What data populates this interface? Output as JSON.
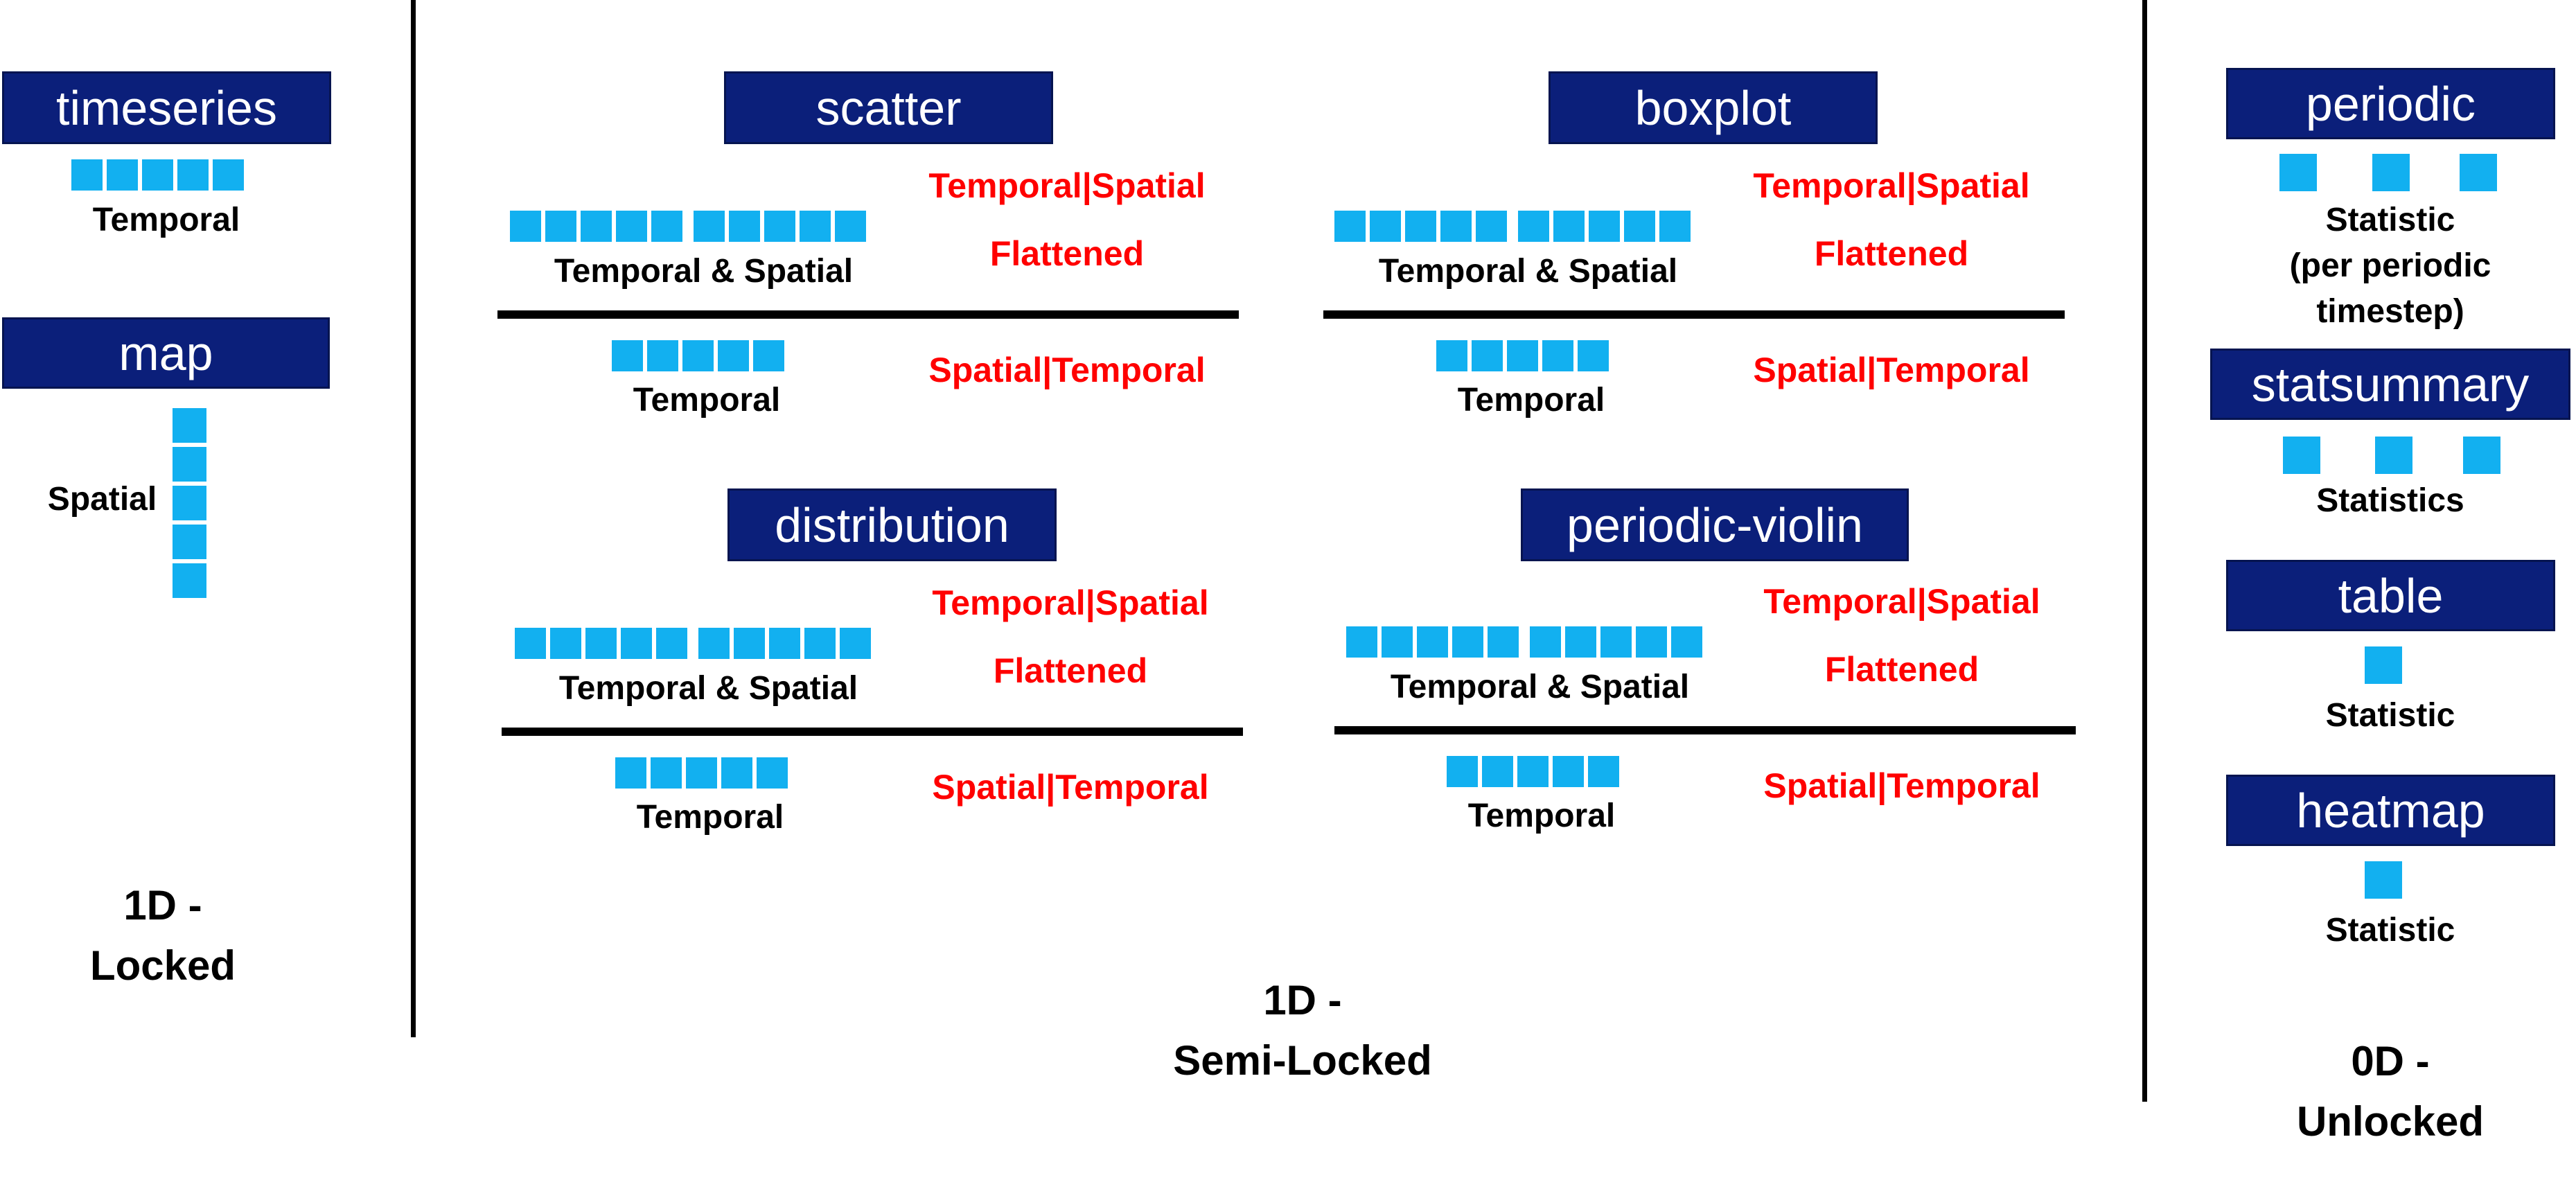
{
  "colors": {
    "title_bg": "#0b1f7a",
    "cell": "#12b0f0",
    "accent_text": "#ff0000"
  },
  "locked": {
    "timeseries": {
      "title": "timeseries",
      "label": "Temporal"
    },
    "map": {
      "title": "map",
      "label": "Spatial"
    },
    "section_line1": "1D -",
    "section_line2": "Locked"
  },
  "semi": {
    "scatter": {
      "title": "scatter",
      "top_label": "Temporal & Spatial",
      "bottom_label": "Temporal",
      "tag1": "Temporal|Spatial",
      "tag2": "Flattened",
      "tag3": "Spatial|Temporal"
    },
    "boxplot": {
      "title": "boxplot",
      "top_label": "Temporal & Spatial",
      "bottom_label": "Temporal",
      "tag1": "Temporal|Spatial",
      "tag2": "Flattened",
      "tag3": "Spatial|Temporal"
    },
    "distribution": {
      "title": "distribution",
      "top_label": "Temporal & Spatial",
      "bottom_label": "Temporal",
      "tag1": "Temporal|Spatial",
      "tag2": "Flattened",
      "tag3": "Spatial|Temporal"
    },
    "periodic_violin": {
      "title": "periodic-violin",
      "top_label": "Temporal & Spatial",
      "bottom_label": "Temporal",
      "tag1": "Temporal|Spatial",
      "tag2": "Flattened",
      "tag3": "Spatial|Temporal"
    },
    "section_line1": "1D -",
    "section_line2": "Semi-Locked"
  },
  "unlocked": {
    "periodic": {
      "title": "periodic",
      "label_line1": "Statistic",
      "label_line2": "(per periodic",
      "label_line3": "timestep)"
    },
    "statsummary": {
      "title": "statsummary",
      "label": "Statistics"
    },
    "table": {
      "title": "table",
      "label": "Statistic"
    },
    "heatmap": {
      "title": "heatmap",
      "label": "Statistic"
    },
    "section_line1": "0D -",
    "section_line2": "Unlocked"
  }
}
